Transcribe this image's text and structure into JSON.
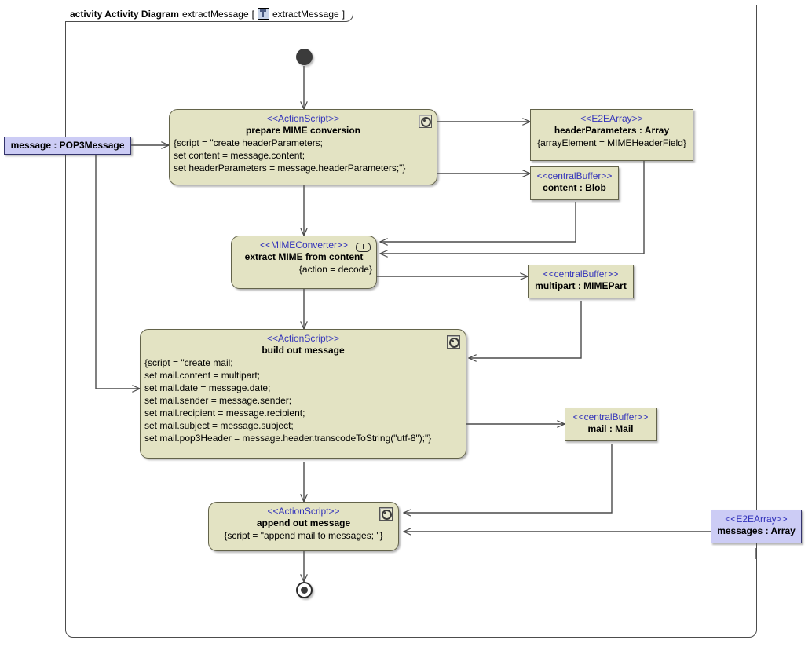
{
  "frame": {
    "keyword": "activity Activity Diagram",
    "name": "extractMessage",
    "bracket_open": "[",
    "bracket_close": "]",
    "icon_label": "extractMessage",
    "icon": "activity-diagram-icon"
  },
  "colors": {
    "node_fill": "#e3e3c3",
    "node_stroke": "#63634a",
    "pin_fill": "#ccccf5",
    "pin_stroke": "#33336b",
    "stereotype_text": "#3333bb",
    "edge": "#4a4a4a",
    "frame_stroke": "#4c4c4c"
  },
  "nodes": {
    "initial": {
      "name": "initial-node"
    },
    "final": {
      "name": "activity-final-node"
    },
    "message_pin": {
      "label": "message : POP3Message",
      "kind": "parameter-pin"
    },
    "prepare_mime": {
      "stereotype": "<<ActionScript>>",
      "name": "prepare MIME conversion",
      "body": "{script = \"create headerParameters;\nset content = message.content;\nset headerParameters = message.headerParameters;\"}",
      "icon": "script-gear-icon"
    },
    "header_parameters": {
      "stereotype": "<<E2EArray>>",
      "name": "headerParameters : Array",
      "body": "{arrayElement = MIMEHeaderField}"
    },
    "content_blob": {
      "stereotype": "<<centralBuffer>>",
      "name": "content : Blob"
    },
    "extract_mime": {
      "stereotype": "<<MIMEConverter>>",
      "name": "extract MIME from content",
      "body": "{action = decode}",
      "icon": "behavior-pill-icon"
    },
    "multipart": {
      "stereotype": "<<centralBuffer>>",
      "name": "multipart : MIMEPart"
    },
    "build_out": {
      "stereotype": "<<ActionScript>>",
      "name": "build out message",
      "body": "{script = \"create mail;\nset mail.content = multipart;\nset mail.date = message.date;\nset mail.sender = message.sender;\nset mail.recipient = message.recipient;\nset mail.subject = message.subject;\nset mail.pop3Header = message.header.transcodeToString(\"utf-8\");\"}",
      "icon": "script-gear-icon"
    },
    "mail_buffer": {
      "stereotype": "<<centralBuffer>>",
      "name": "mail : Mail"
    },
    "append_out": {
      "stereotype": "<<ActionScript>>",
      "name": "append out message",
      "body": "{script = \"append mail to messages; \"}",
      "icon": "script-gear-icon"
    },
    "messages_array": {
      "stereotype": "<<E2EArray>>",
      "name": "messages : Array"
    }
  }
}
